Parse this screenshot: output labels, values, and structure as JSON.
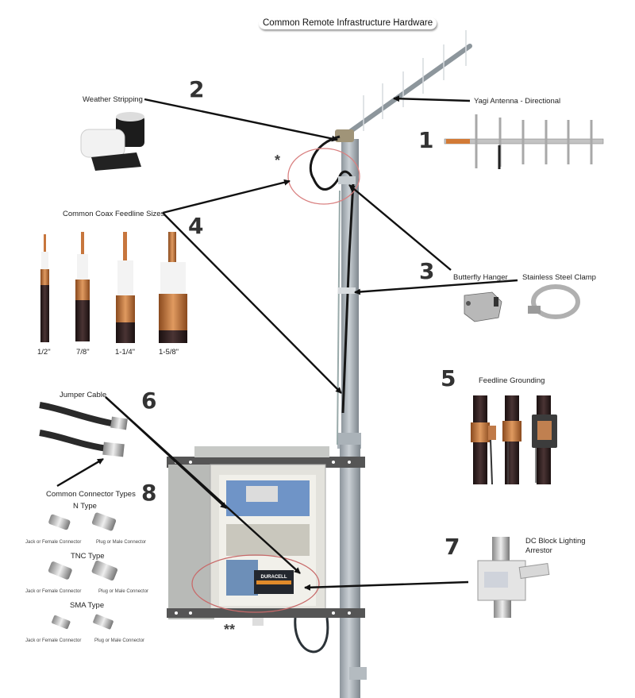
{
  "title": "Common Remote Infrastructure Hardware",
  "items": {
    "antenna": {
      "number": "1",
      "label": "Yagi Antenna - Directional"
    },
    "weather": {
      "number": "2",
      "label": "Weather Stripping"
    },
    "hangers": {
      "number": "3",
      "butterfly": "Butterfly Hanger",
      "clamp": "Stainless Steel Clamp"
    },
    "coax": {
      "number": "4",
      "label": "Common Coax Feedline Sizes",
      "sizes": [
        "1/2\"",
        "7/8\"",
        "1-1/4\"",
        "1-5/8\""
      ]
    },
    "grounding": {
      "number": "5",
      "label": "Feedline Grounding"
    },
    "jumper": {
      "number": "6",
      "label": "Jumper Cable"
    },
    "arrestor": {
      "number": "7",
      "label_line1": "DC Block Lighting",
      "label_line2": "Arrestor"
    },
    "connectors": {
      "number": "8",
      "label": "Common Connector Types",
      "types": [
        {
          "name": "N Type",
          "female": "Jack or Female Connector",
          "male": "Plug or Male Connector"
        },
        {
          "name": "TNC Type",
          "female": "Jack or Female Connector",
          "male": "Plug or Male Connector"
        },
        {
          "name": "SMA Type",
          "female": "Jack or Female Connector",
          "male": "Plug or Male Connector"
        }
      ]
    }
  },
  "markers": {
    "single": "*",
    "double": "**"
  },
  "enclosure": {
    "battery_brand": "DURACELL"
  },
  "colors": {
    "highlight_circle": "#d98080",
    "arrow": "#111111",
    "pole": "#9aa3ab",
    "copper": "#c8743a",
    "cable": "#2a1d1d"
  }
}
